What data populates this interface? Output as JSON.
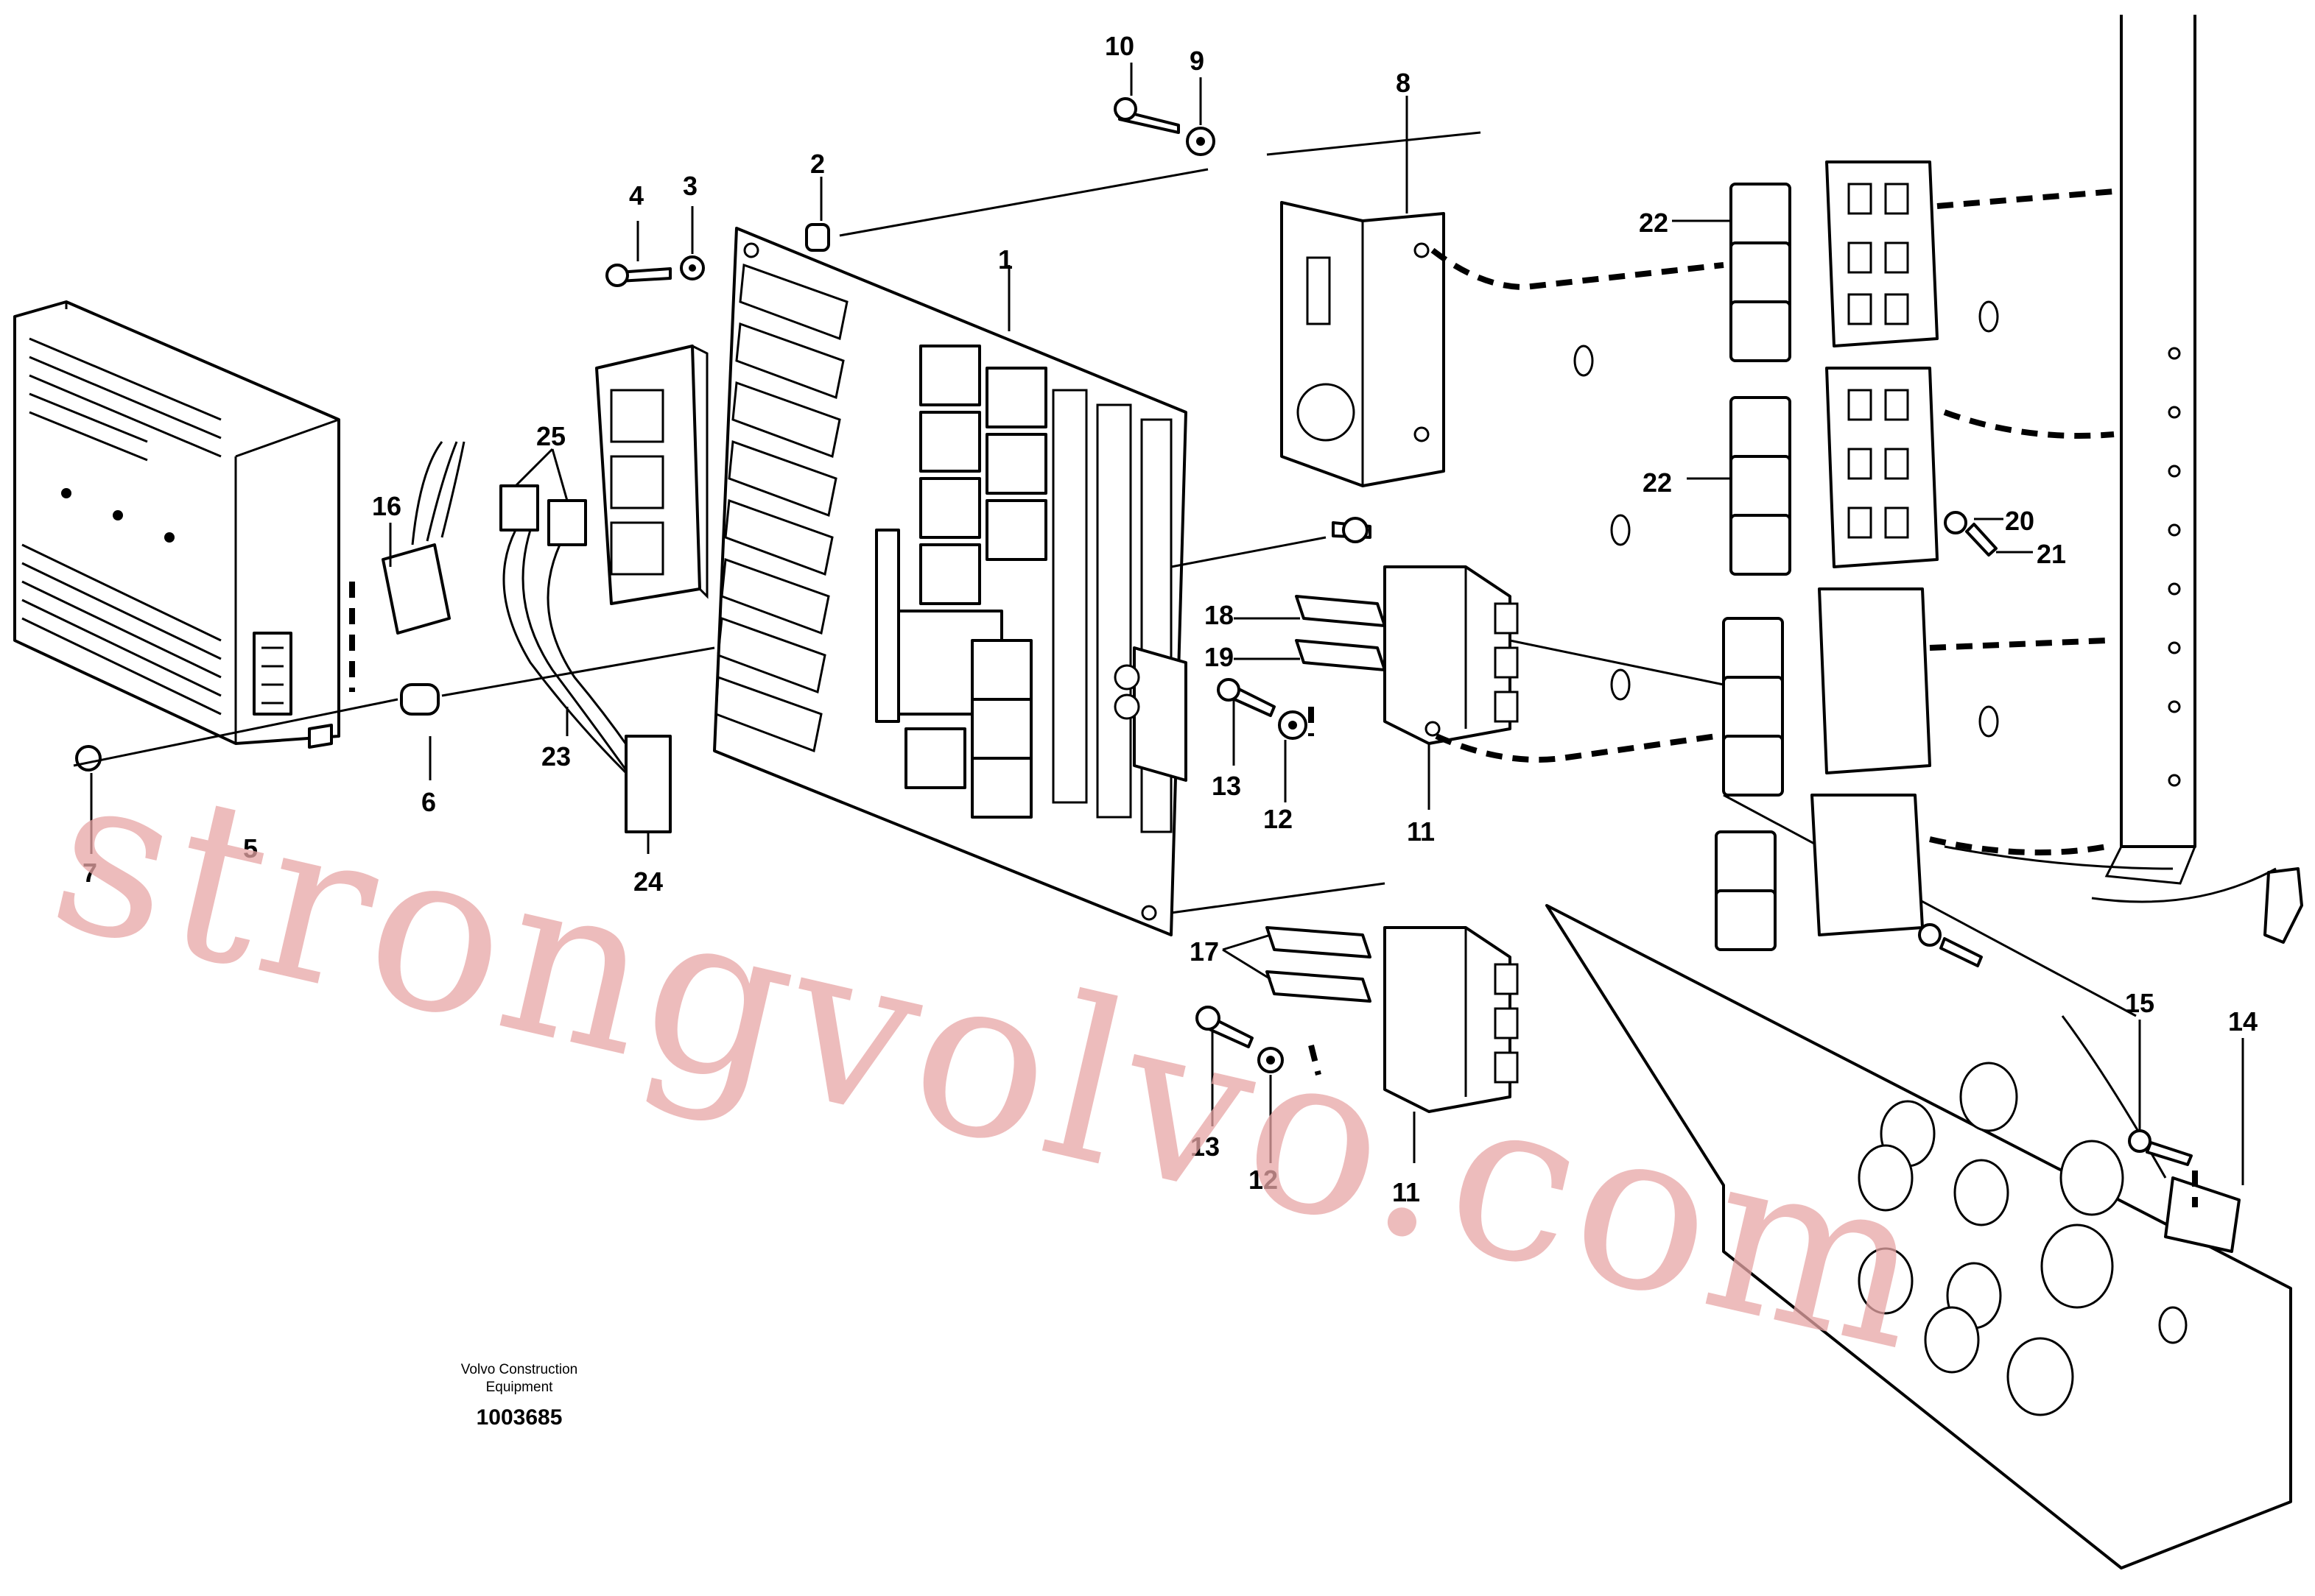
{
  "caption": {
    "line1": "Volvo Construction",
    "line2": "Equipment",
    "number": "1003685"
  },
  "watermark": "strongvolvo.com",
  "colors": {
    "ink": "#000000",
    "background": "#ffffff",
    "watermark": "#e8a6a6"
  },
  "callouts": {
    "c1": "1",
    "c2": "2",
    "c3": "3",
    "c4": "4",
    "c5": "5",
    "c6": "6",
    "c7": "7",
    "c8": "8",
    "c9": "9",
    "c10": "10",
    "c11a": "11",
    "c11b": "11",
    "c12a": "12",
    "c12b": "12",
    "c13a": "13",
    "c13b": "13",
    "c14": "14",
    "c15": "15",
    "c16": "16",
    "c17": "17",
    "c18": "18",
    "c19": "19",
    "c20": "20",
    "c21": "21",
    "c22a": "22",
    "c22b": "22",
    "c23": "23",
    "c24": "24",
    "c25": "25"
  }
}
